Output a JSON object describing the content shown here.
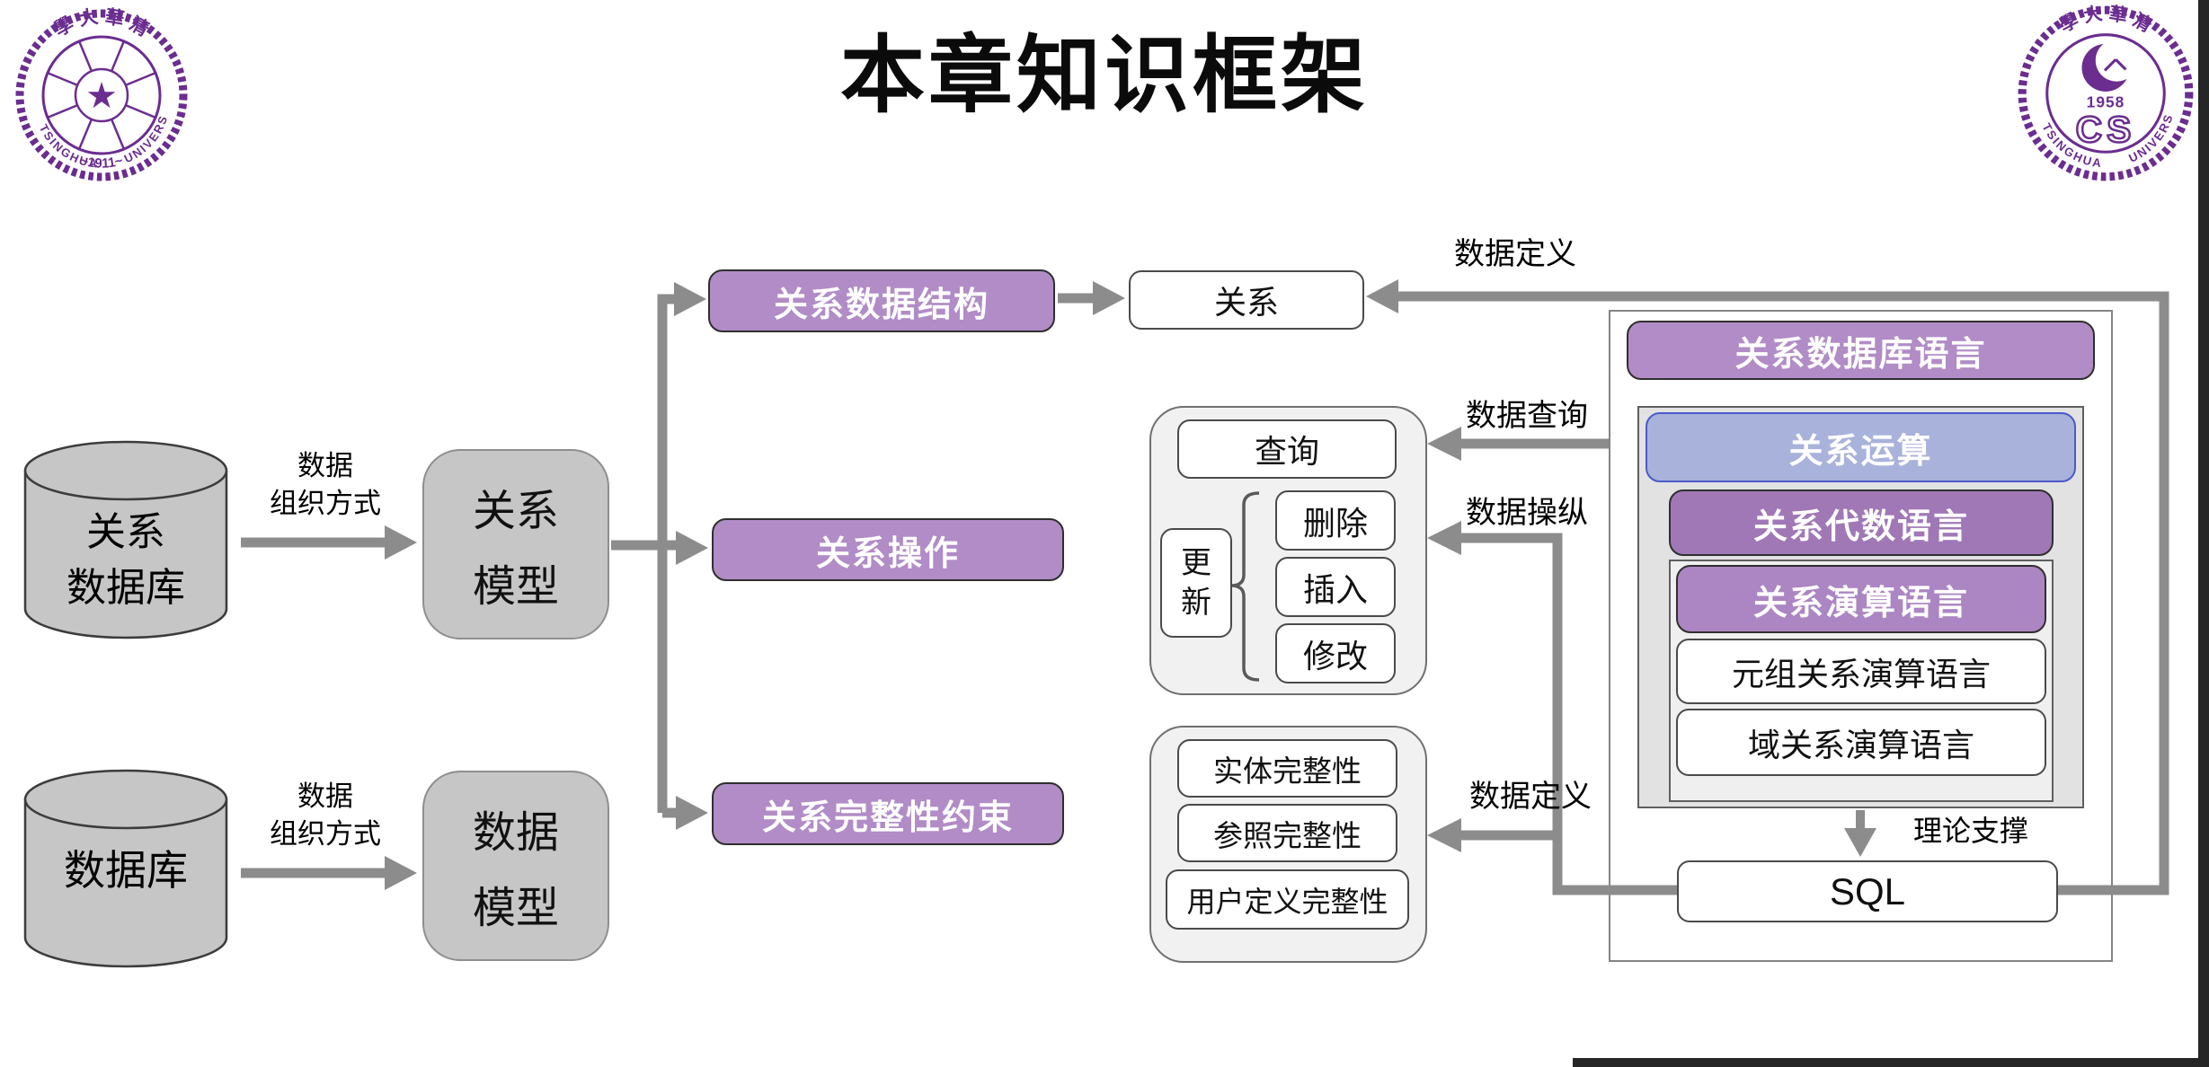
{
  "title": "本章知识框架",
  "left_flow": {
    "rel_db_line1": "关系",
    "rel_db_line2": "数据库",
    "db": "数据库",
    "org1": "数据",
    "org2": "组织方式",
    "rel_model_line1": "关系",
    "rel_model_line2": "模型",
    "data_model_line1": "数据",
    "data_model_line2": "模型"
  },
  "branches": {
    "structure": "关系数据结构",
    "operation": "关系操作",
    "integrity": "关系完整性约束"
  },
  "relation": "关系",
  "ops": {
    "query": "查询",
    "update1": "更",
    "update2": "新",
    "del": "删除",
    "insert": "插入",
    "modify": "修改"
  },
  "integrity": {
    "entity": "实体完整性",
    "referential": "参照完整性",
    "user": "用户定义完整性"
  },
  "lang": {
    "header": "关系数据库语言",
    "relop": "关系运算",
    "algebra": "关系代数语言",
    "calculus": "关系演算语言",
    "tuple": "元组关系演算语言",
    "domain": "域关系演算语言",
    "sql": "SQL",
    "theory": "理论支撑"
  },
  "edges": {
    "def_top": "数据定义",
    "query": "数据查询",
    "manipulation": "数据操纵",
    "def_bottom": "数据定义"
  },
  "logo_left": {
    "top": "學 大 華 清",
    "left": "TSINGHUA",
    "right": "UNIVERSITY",
    "year": "~1911~",
    "star": "★"
  },
  "logo_right": {
    "top": "學 大 華 清",
    "left": "TSINGHUA",
    "right": "UNIVERSITY",
    "year": "1958",
    "cs": "CS"
  },
  "colors": {
    "purple": "#b18cc6",
    "purple_dark": "#a078b6",
    "purple_mid": "#ac85c3",
    "blue_fill": "#a9b2da",
    "blue_border": "#4a5ac8",
    "gray_line": "#8c8c8c",
    "box_gray": "#c6c6c6",
    "cluster_gray": "#f1f1f1",
    "tsinghua_purple": "#6b2d90"
  }
}
